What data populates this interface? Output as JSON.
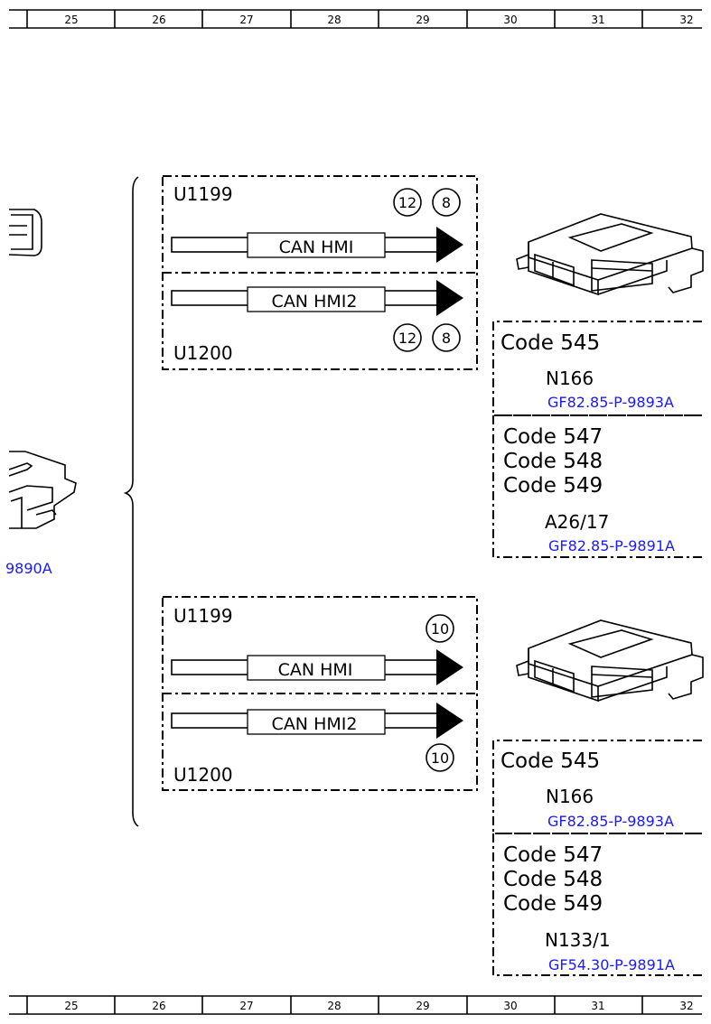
{
  "ruler": {
    "top": [
      "25",
      "26",
      "27",
      "28",
      "29",
      "30",
      "31",
      "32"
    ],
    "bottom": [
      "25",
      "26",
      "27",
      "28",
      "29",
      "30",
      "31",
      "32"
    ]
  },
  "left_fragment": {
    "link": "9890A"
  },
  "group1": {
    "box_top": {
      "label": "U1199",
      "circles": [
        "12",
        "8"
      ],
      "bus": "CAN HMI"
    },
    "box_bottom": {
      "label": "U1200",
      "circles": [
        "12",
        "8"
      ],
      "bus": "CAN HMI2"
    },
    "panel_a": {
      "codes": [
        "Code 545"
      ],
      "component": "N166",
      "link": "GF82.85-P-9893A"
    },
    "panel_b": {
      "codes": [
        "Code 547",
        "Code 548",
        "Code 549"
      ],
      "component": "A26/17",
      "link": "GF82.85-P-9891A"
    }
  },
  "group2": {
    "box_top": {
      "label": "U1199",
      "circles": [
        "10"
      ],
      "bus": "CAN HMI"
    },
    "box_bottom": {
      "label": "U1200",
      "circles": [
        "10"
      ],
      "bus": "CAN HMI2"
    },
    "panel_a": {
      "codes": [
        "Code 545"
      ],
      "component": "N166",
      "link": "GF82.85-P-9893A"
    },
    "panel_b": {
      "codes": [
        "Code 547",
        "Code 548",
        "Code 549"
      ],
      "component": "N133/1",
      "link": "GF54.30-P-9891A"
    }
  }
}
